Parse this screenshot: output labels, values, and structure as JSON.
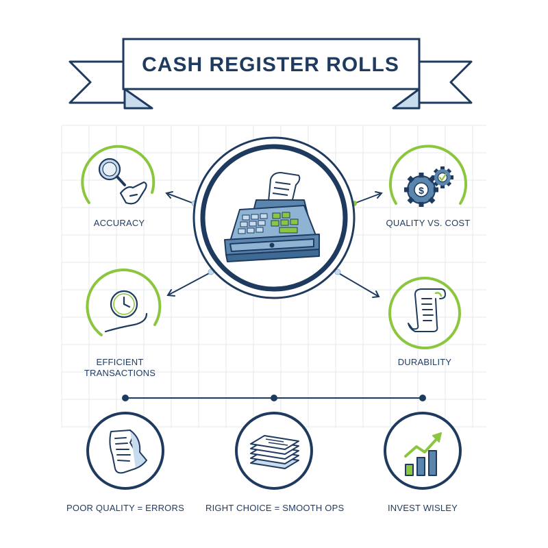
{
  "title": "CASH REGISTER ROLLS",
  "center": {
    "icon": "cash-register-icon"
  },
  "nodes": {
    "accuracy": {
      "label": "ACCURACY",
      "icon": "magnifier-icon"
    },
    "quality_cost": {
      "label": "QUALITY VS. COST",
      "icon": "gears-dollar-icon"
    },
    "efficient": {
      "label_line1": "EFFICIENT",
      "label_line2": "TRANSACTIONS",
      "icon": "clock-icon"
    },
    "durability": {
      "label": "DURABILITY",
      "icon": "receipt-scroll-icon"
    }
  },
  "bottom": [
    {
      "label": "POOR QUALITY = ERRORS",
      "icon": "crumpled-receipt-icon"
    },
    {
      "label": "RIGHT CHOICE = SMOOTH OPS",
      "icon": "paper-stack-icon"
    },
    {
      "label": "INVEST WISLEY",
      "icon": "growth-chart-icon"
    }
  ],
  "colors": {
    "navy": "#1e3a5f",
    "green": "#8cc63f",
    "light_blue": "#c9dcee",
    "grid": "#e6e9ee"
  }
}
